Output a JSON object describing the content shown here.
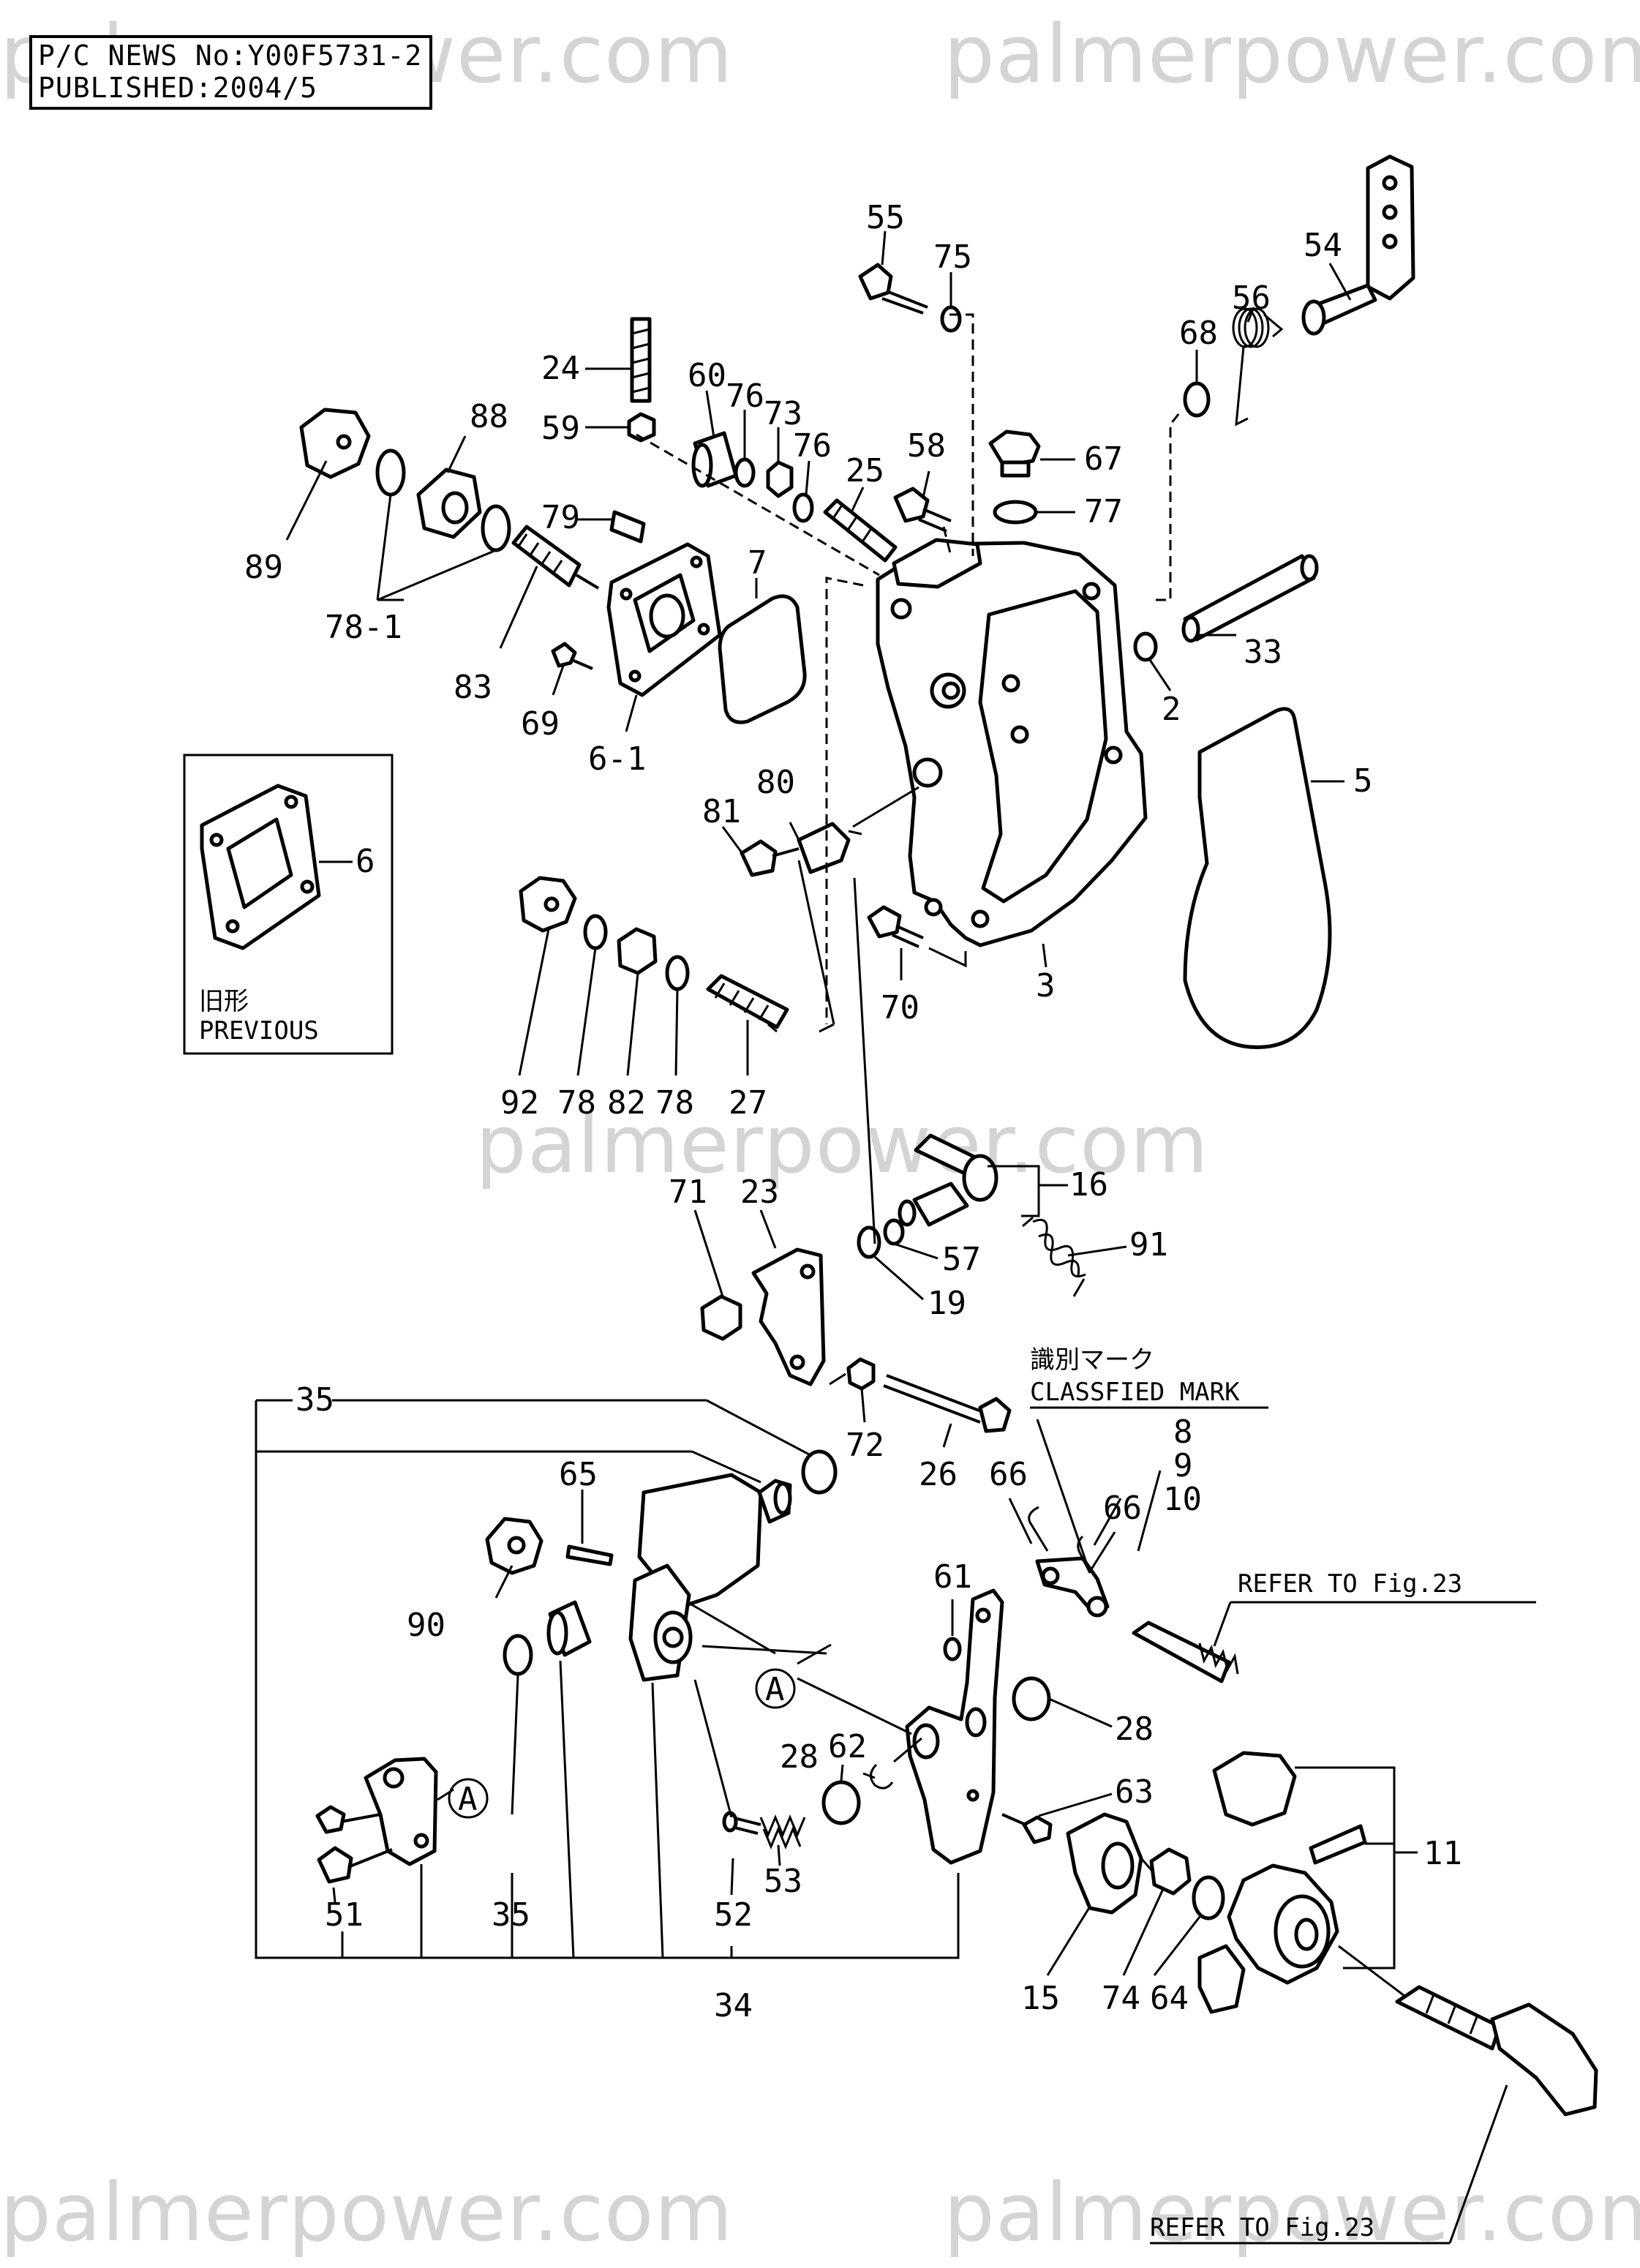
{
  "header": {
    "news_line": "P/C NEWS No:Y00F5731-2",
    "published_line": "PUBLISHED:2004/5"
  },
  "watermark": "palmerpower.com",
  "inset": {
    "label_ja": "旧形",
    "label_en": "PREVIOUS",
    "part_no": "6"
  },
  "notes": {
    "classified_ja": "識別マーク",
    "classified_en": "CLASSFIED MARK",
    "refer_top": "REFER TO Fig.23",
    "refer_bottom": "REFER TO Fig.23"
  },
  "callouts": {
    "c55": "55",
    "c75": "75",
    "c54": "54",
    "c56": "56",
    "c68": "68",
    "c24": "24",
    "c60": "60",
    "c76a": "76",
    "c73": "73",
    "c76b": "76",
    "c59": "59",
    "c88": "88",
    "c58": "58",
    "c67": "67",
    "c25": "25",
    "c77": "77",
    "c79": "79",
    "c89": "89",
    "c7": "7",
    "c33": "33",
    "c2": "2",
    "c78_1": "78-1",
    "c83": "83",
    "c69": "69",
    "c6_1": "6-1",
    "c5": "5",
    "c80": "80",
    "c81": "81",
    "c70": "70",
    "c3": "3",
    "c92": "92",
    "c78a": "78",
    "c82": "82",
    "c78b": "78",
    "c27": "27",
    "c71": "71",
    "c23": "23",
    "c16": "16",
    "c57": "57",
    "c91": "91",
    "c19": "19",
    "c72": "72",
    "c26": "26",
    "c35a": "35",
    "c8": "8",
    "c9": "9",
    "c10": "10",
    "c65": "65",
    "c66a": "66",
    "c66b": "66",
    "c61": "61",
    "c90": "90",
    "cA1": "A",
    "c62": "62",
    "c28a": "28",
    "c28b": "28",
    "c63": "63",
    "c11": "11",
    "cA2": "A",
    "c53": "53",
    "c51": "51",
    "c35b": "35",
    "c52": "52",
    "c15": "15",
    "c74": "74",
    "c64": "64",
    "c34": "34"
  }
}
